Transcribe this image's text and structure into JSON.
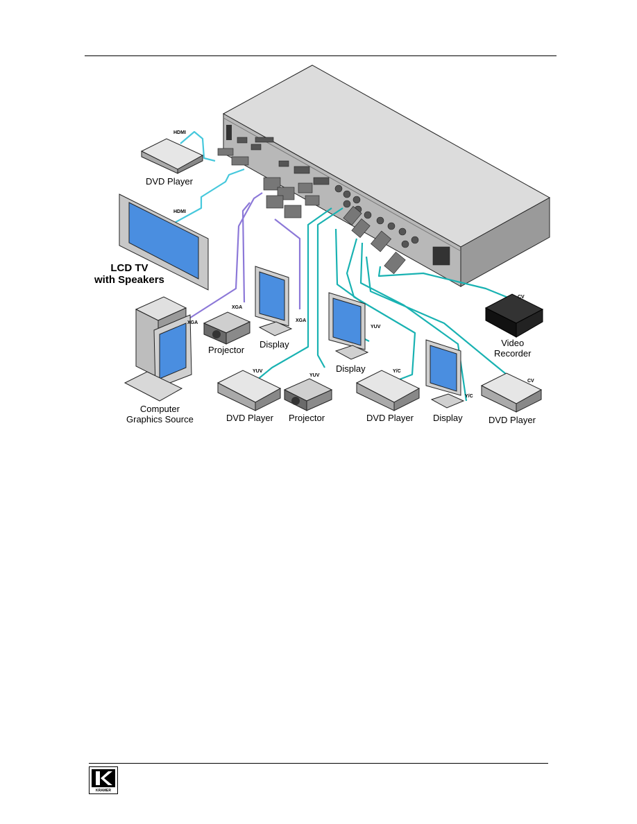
{
  "devices": {
    "dvd_player_hdmi": "DVD Player",
    "lcd_tv": "LCD TV\nwith Speakers",
    "computer": "Computer\nGraphics Source",
    "projector_xga": "Projector",
    "display_xga": "Display",
    "dvd_player_yuv": "DVD Player",
    "projector_yuv": "Projector",
    "display_yuv": "Display",
    "dvd_player_yc": "DVD Player",
    "display_yc": "Display",
    "video_recorder": "Video\nRecorder",
    "dvd_player_cv": "DVD Player"
  },
  "cable_tags": {
    "hdmi_in": "HDMI",
    "hdmi_out": "HDMI",
    "xga_in": "XGA",
    "xga_out_projector": "XGA",
    "xga_out_display": "XGA",
    "yuv_in": "YUV",
    "yuv_out_projector": "YUV",
    "yuv_out_display": "YUV",
    "yc_in": "Y/C",
    "yc_out": "Y/C",
    "cv_out": "CV",
    "cv_in": "CV"
  },
  "colors": {
    "hdmi": "#46c8dc",
    "xga": "#8c78d8",
    "video": "#19b2b2"
  },
  "footer": {
    "logo_text": "KRAMER"
  }
}
